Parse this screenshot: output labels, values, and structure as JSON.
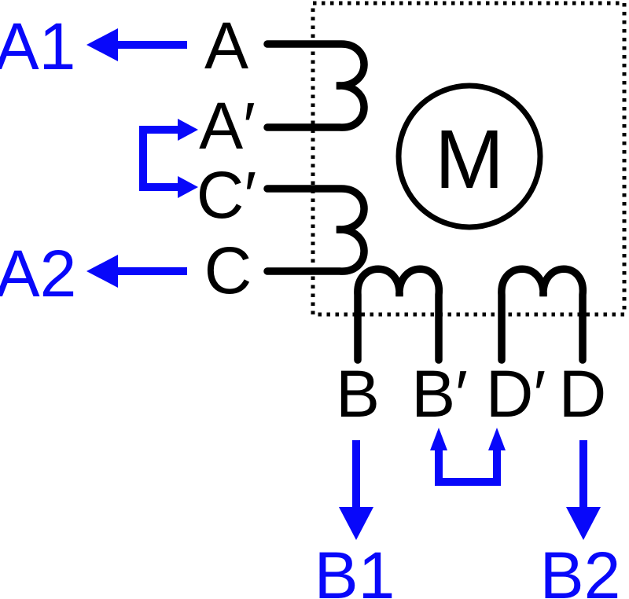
{
  "colors": {
    "wire": "#000000",
    "accent": "#0808fa",
    "background": "#ffffff"
  },
  "motor": {
    "label": "M"
  },
  "terminals": {
    "left": [
      {
        "label": "A"
      },
      {
        "label": "A′"
      },
      {
        "label": "C′"
      },
      {
        "label": "C"
      }
    ],
    "bottom": [
      {
        "label": "B"
      },
      {
        "label": "B′"
      },
      {
        "label": "D′"
      },
      {
        "label": "D"
      }
    ]
  },
  "leads": {
    "a1": "A1",
    "a2": "A2",
    "b1": "B1",
    "b2": "B2"
  }
}
